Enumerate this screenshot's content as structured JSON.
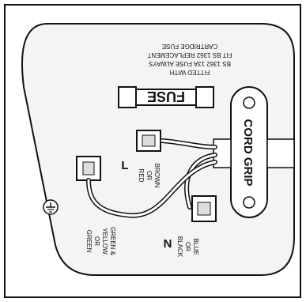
{
  "texts": {
    "fitted_line1": "FITTED WITH",
    "fitted_line2": "BS 1362 13A FUSE ALWAYS",
    "fitted_line3": "FIT BS 1362 REPLACEMENT",
    "fitted_line4": "CARTRIDGE FUSE",
    "fuse": "FUSE",
    "cord_grip": "CORD GRIP",
    "live_letter": "L",
    "live_color1": "BROWN",
    "live_color2": "OR",
    "live_color3": "RED",
    "neutral_letter": "N",
    "neutral_color1": "BLUE",
    "neutral_color2": "OR",
    "neutral_color3": "BLACK",
    "earth_color1": "GREEN &",
    "earth_color2": "YELLOW",
    "earth_color3": "OR",
    "earth_color4": "GREEN"
  },
  "icons": {
    "earth": "earth-symbol-icon"
  }
}
